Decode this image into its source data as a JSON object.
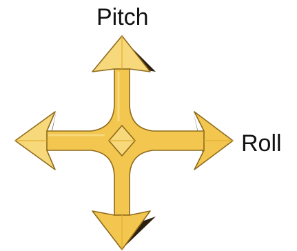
{
  "labels": {
    "pitch": "Pitch",
    "roll": "Roll"
  },
  "colors": {
    "fill_light": "#F7D87A",
    "fill_mid": "#F2C64F",
    "fill_dark": "#E2AE2E",
    "outline": "#8E6A1A",
    "shadow": "#2B1F10"
  },
  "icons": {
    "center": "four-way-arrow-cross"
  }
}
